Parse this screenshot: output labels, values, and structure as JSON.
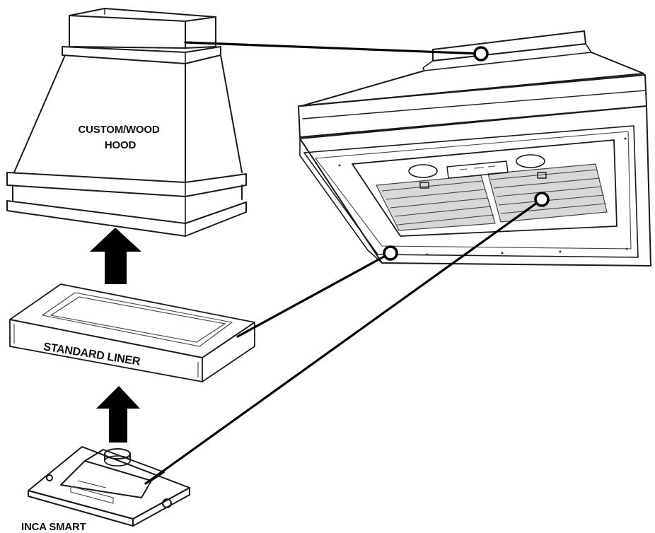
{
  "labels": {
    "custom_hood_line1": "CUSTOM/WOOD",
    "custom_hood_line2": "HOOD",
    "standard_liner": "STANDARD LINER",
    "insert": "INCA SMART"
  },
  "colors": {
    "line": "#000000",
    "background": "#ffffff",
    "filter_shade": "#d8d8d8"
  },
  "icons": [
    "up-arrow",
    "up-arrow",
    "callout-dot"
  ]
}
